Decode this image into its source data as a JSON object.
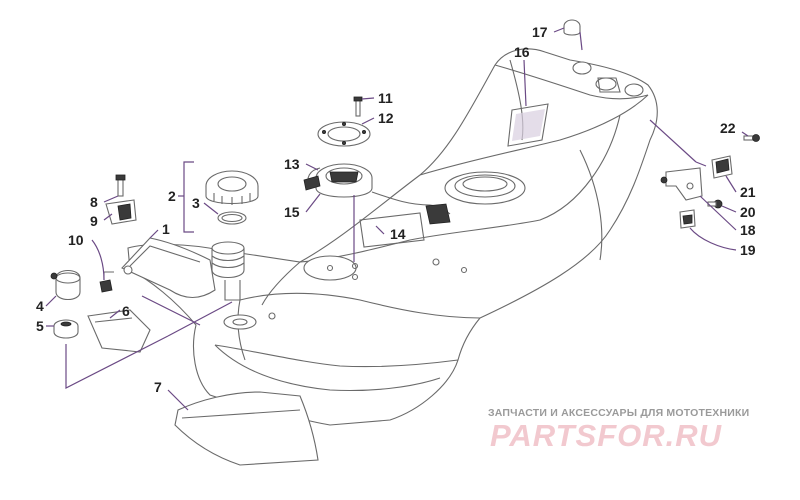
{
  "diagram": {
    "callouts": [
      {
        "id": "c1",
        "label": "1"
      },
      {
        "id": "c2",
        "label": "2"
      },
      {
        "id": "c3",
        "label": "3"
      },
      {
        "id": "c4",
        "label": "4"
      },
      {
        "id": "c5",
        "label": "5"
      },
      {
        "id": "c6",
        "label": "6"
      },
      {
        "id": "c7",
        "label": "7"
      },
      {
        "id": "c8",
        "label": "8"
      },
      {
        "id": "c9",
        "label": "9"
      },
      {
        "id": "c10",
        "label": "10"
      },
      {
        "id": "c11",
        "label": "11"
      },
      {
        "id": "c12",
        "label": "12"
      },
      {
        "id": "c13",
        "label": "13"
      },
      {
        "id": "c14",
        "label": "14"
      },
      {
        "id": "c15",
        "label": "15"
      },
      {
        "id": "c16",
        "label": "16"
      },
      {
        "id": "c17",
        "label": "17"
      },
      {
        "id": "c18",
        "label": "18"
      },
      {
        "id": "c19",
        "label": "19"
      },
      {
        "id": "c20",
        "label": "20"
      },
      {
        "id": "c21",
        "label": "21"
      },
      {
        "id": "c22",
        "label": "22"
      }
    ]
  },
  "watermark": {
    "tagline": "ЗАПЧАСТИ И АКСЕССУАРЫ ДЛЯ МОТОТЕХНИКИ",
    "brand": "PARTSFOR.RU"
  }
}
